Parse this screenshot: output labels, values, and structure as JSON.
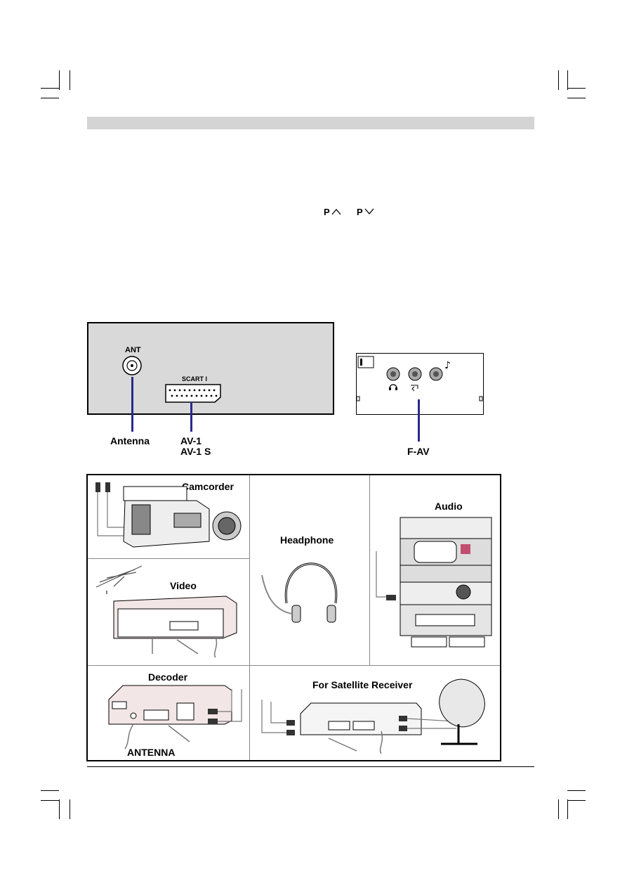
{
  "page": {
    "p_up": "P",
    "p_down": "P"
  },
  "back_panel": {
    "ant": "ANT",
    "scart": "SCART I",
    "antenna_label": "Antenna",
    "av1": "AV-1",
    "av1s": "AV-1 S"
  },
  "front_panel": {
    "fav_label": "F-AV"
  },
  "devices": {
    "camcorder": "Camcorder",
    "headphone": "Headphone",
    "audio": "Audio",
    "video": "Video",
    "decoder": "Decoder",
    "decoder_antenna": "ANTENNA",
    "satellite": "For Satellite Receiver"
  }
}
